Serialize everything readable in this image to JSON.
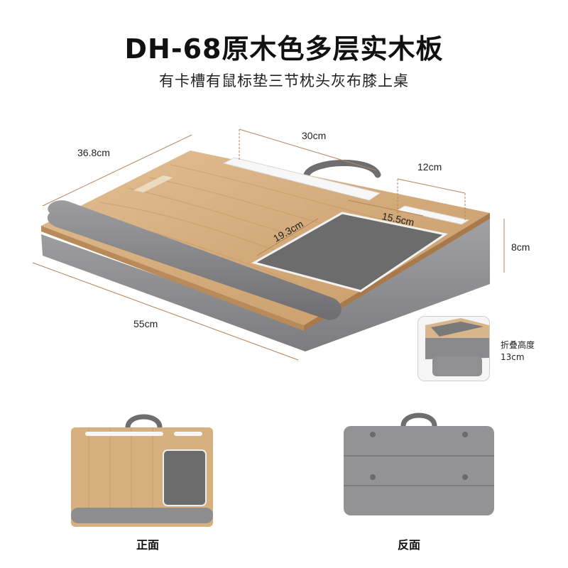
{
  "header": {
    "title": "DH-68原木色多层实木板",
    "subtitle": "有卡槽有鼠标垫三节枕头灰布膝上桌"
  },
  "dimensions": {
    "depth": "36.8cm",
    "slot_long": "30cm",
    "slot_short": "12cm",
    "mousepad_width": "15.5cm",
    "mousepad_depth": "19.3cm",
    "height": "8cm",
    "width": "55cm"
  },
  "fold": {
    "label": "折叠高度",
    "value": "13cm"
  },
  "views": {
    "front_label": "正面",
    "back_label": "反面"
  },
  "colors": {
    "wood": "#d4ab7c",
    "fabric": "#8e8e90",
    "mousepad": "#6c6c6c",
    "dim_line": "#b8845a"
  }
}
